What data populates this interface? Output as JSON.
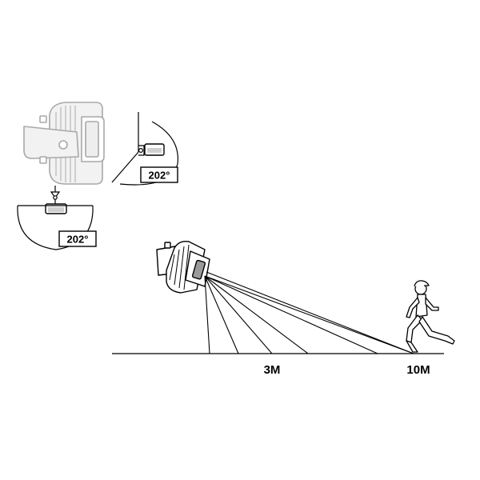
{
  "top_view": {
    "angle_label": "202°"
  },
  "side_view": {
    "angle_label": "202°"
  },
  "distance_markers": {
    "near": "3M",
    "far": "10M"
  },
  "colors": {
    "line": "#000000",
    "faded_line": "#b0b0b0",
    "faded_fill": "#f2f2f2",
    "background": "#ffffff"
  },
  "icons": [
    "motion-sensor-icon",
    "walking-person-icon",
    "mounting-bracket-icon"
  ]
}
